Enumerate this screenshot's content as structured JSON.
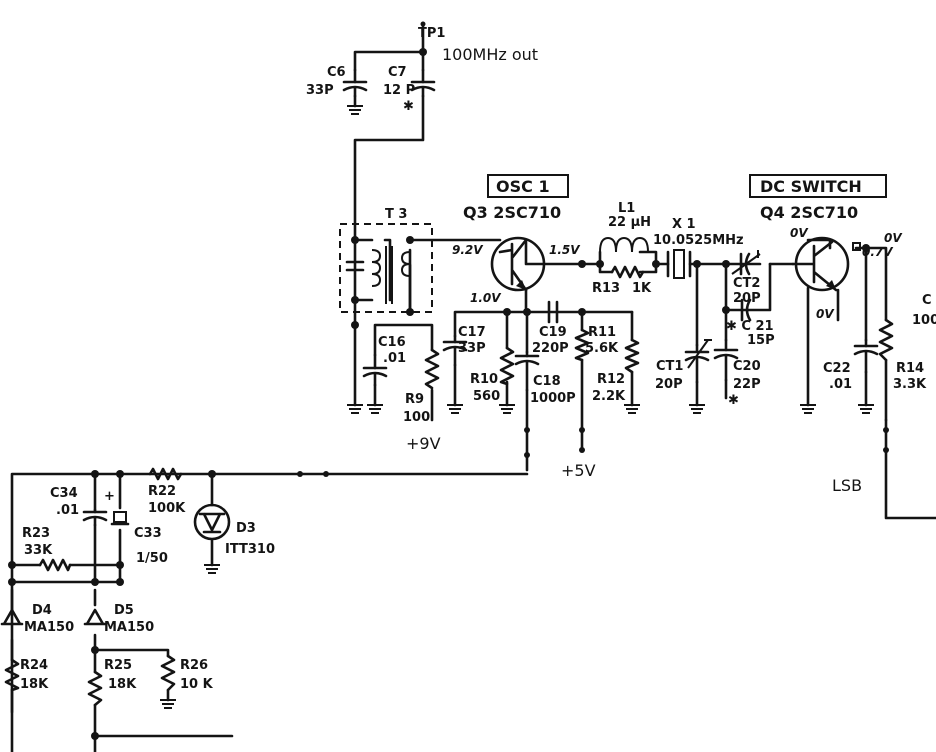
{
  "annotations": {
    "out": "100MHz out",
    "v9": "+9V",
    "v5": "+5V",
    "lsb": "LSB"
  },
  "blocks": {
    "osc": "OSC 1",
    "q3": "Q3 2SC710",
    "dcswitch": "DC SWITCH",
    "q4": "Q4 2SC710",
    "t3": "T 3",
    "tp1": "TP1"
  },
  "components": {
    "c6": [
      "C6",
      "33P"
    ],
    "c7": [
      "C7",
      "12 P",
      "✱"
    ],
    "l1": [
      "L1",
      "22 μH"
    ],
    "x1": [
      "X 1",
      "10.0525MHz"
    ],
    "c16": [
      "C16",
      ".01"
    ],
    "r9": [
      "R9",
      "100"
    ],
    "c17": [
      "C17",
      "33P"
    ],
    "r10": [
      "R10",
      "560"
    ],
    "c19": [
      "C19",
      "220P"
    ],
    "c18": [
      "C18",
      "1000P"
    ],
    "r11": [
      "R11",
      "5.6K"
    ],
    "r12": [
      "R12",
      "2.2K"
    ],
    "r13": [
      "R13",
      "1K"
    ],
    "ct1": [
      "CT1",
      "20P"
    ],
    "c20": [
      "C20",
      "22P",
      "✱"
    ],
    "ct2": [
      "CT2",
      "20P"
    ],
    "c21": [
      "✱ C 21",
      "15P"
    ],
    "c22": [
      "C22",
      ".01"
    ],
    "r14": [
      "R14",
      "3.3K"
    ],
    "c34": [
      "C34",
      ".01"
    ],
    "r22": [
      "R22",
      "100K"
    ],
    "d3": [
      "D3",
      "ITT310"
    ],
    "r23": [
      "R23",
      "33K"
    ],
    "c33": [
      "C33",
      "1/50"
    ],
    "d4": [
      "D4",
      "MA150"
    ],
    "d5": [
      "D5",
      "MA150"
    ],
    "r24": [
      "R24",
      "18K"
    ],
    "r25": [
      "R25",
      "18K"
    ],
    "r26": [
      "R26",
      "10 K"
    ],
    "cfrag": [
      "C",
      "100"
    ]
  },
  "voltages": {
    "q3c": "9.2V",
    "q3e": "1.5V",
    "q3b": "1.0V",
    "q4c": "0V",
    "q4e1": "0V",
    "q4e2": "0.7V",
    "q4b": "0V"
  },
  "symbols": {
    "plus": "+"
  }
}
